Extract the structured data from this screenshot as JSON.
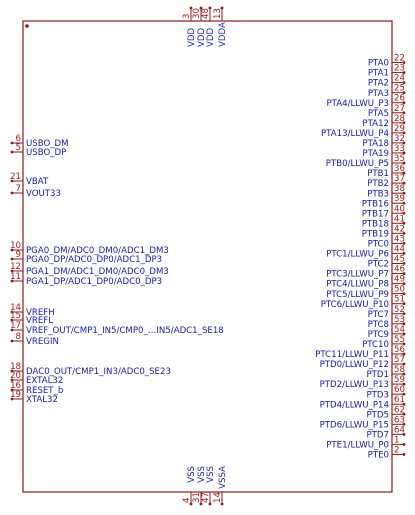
{
  "colors": {
    "body_outline": "#8a1a1a",
    "pin_line": "#8a1a1a",
    "pin_name": "#1a1aa6",
    "pin_number": "#a02020",
    "background": "#ffffff"
  },
  "left_pins": [
    {
      "num": "6",
      "name": "USBO_DM"
    },
    {
      "num": "5",
      "name": "USBO_DP"
    },
    {
      "num": "21",
      "name": "VBAT"
    },
    {
      "num": "7",
      "name": "VOUT33"
    },
    {
      "num": "10",
      "name": "PGA0_DM/ADC0_DM0/ADC1_DM3"
    },
    {
      "num": "9",
      "name": "PGA0_DP/ADC0_DP0/ADC1_DP3"
    },
    {
      "num": "12",
      "name": "PGA1_DM/ADC1_DM0/ADC0_DM3"
    },
    {
      "num": "11",
      "name": "PGA1_DP/ADC1_DP0/ADC0_DP3"
    },
    {
      "num": "14",
      "name": "VREFH"
    },
    {
      "num": "15",
      "name": "VREFL"
    },
    {
      "num": "17",
      "name": "VREF_OUT/CMP1_IN5/CMP0_…IN5/ADC1_SE18"
    },
    {
      "num": "8",
      "name": "VREGIN"
    },
    {
      "num": "18",
      "name": "DAC0_OUT/CMP1_IN3/ADC0_SE23"
    },
    {
      "num": "20",
      "name": "EXTAL32"
    },
    {
      "num": "16",
      "name": "RESET_b"
    },
    {
      "num": "19",
      "name": "XTAL32"
    }
  ],
  "right_pins": [
    {
      "num": "22",
      "name": "PTA0"
    },
    {
      "num": "23",
      "name": "PTA1"
    },
    {
      "num": "24",
      "name": "PTA2"
    },
    {
      "num": "25",
      "name": "PTA3"
    },
    {
      "num": "26",
      "name": "PTA4/LLWU_P3"
    },
    {
      "num": "27",
      "name": "PTA5"
    },
    {
      "num": "28",
      "name": "PTA12"
    },
    {
      "num": "29",
      "name": "PTA13/LLWU_P4"
    },
    {
      "num": "32",
      "name": "PTA18"
    },
    {
      "num": "33",
      "name": "PTA19"
    },
    {
      "num": "35",
      "name": "PTB0/LLWU_P5"
    },
    {
      "num": "36",
      "name": "PTB1"
    },
    {
      "num": "37",
      "name": "PTB2"
    },
    {
      "num": "38",
      "name": "PTB3"
    },
    {
      "num": "39",
      "name": "PTB16"
    },
    {
      "num": "40",
      "name": "PTB17"
    },
    {
      "num": "41",
      "name": "PTB18"
    },
    {
      "num": "42",
      "name": "PTB19"
    },
    {
      "num": "43",
      "name": "PTC0"
    },
    {
      "num": "44",
      "name": "PTC1/LLWU_P6"
    },
    {
      "num": "45",
      "name": "PTC2"
    },
    {
      "num": "46",
      "name": "PTC3/LLWU_P7"
    },
    {
      "num": "49",
      "name": "PTC4/LLWU_P8"
    },
    {
      "num": "50",
      "name": "PTC5/LLWU_P9"
    },
    {
      "num": "51",
      "name": "PTC6/LLWU_P10"
    },
    {
      "num": "52",
      "name": "PTC7"
    },
    {
      "num": "53",
      "name": "PTC8"
    },
    {
      "num": "54",
      "name": "PTC9"
    },
    {
      "num": "55",
      "name": "PTC10"
    },
    {
      "num": "56",
      "name": "PTC11/LLWU_P11"
    },
    {
      "num": "57",
      "name": "PTD0/LLWU_P12"
    },
    {
      "num": "58",
      "name": "PTD1"
    },
    {
      "num": "59",
      "name": "PTD2/LLWU_P13"
    },
    {
      "num": "60",
      "name": "PTD3"
    },
    {
      "num": "61",
      "name": "PTD4/LLWU_P14"
    },
    {
      "num": "62",
      "name": "PTD5"
    },
    {
      "num": "63",
      "name": "PTD6/LLWU_P15"
    },
    {
      "num": "64",
      "name": "PTD7"
    },
    {
      "num": "1",
      "name": "PTE1/LLWU_P0"
    },
    {
      "num": "2",
      "name": "PTE0"
    }
  ],
  "top_pins": [
    {
      "num": "3",
      "name": "VDD"
    },
    {
      "num": "30",
      "name": "VDD"
    },
    {
      "num": "48",
      "name": "VDD"
    },
    {
      "num": "13",
      "name": "VDDA"
    }
  ],
  "bottom_pins": [
    {
      "num": "4",
      "name": "VSS"
    },
    {
      "num": "31",
      "name": "VSS"
    },
    {
      "num": "47",
      "name": "VSS"
    },
    {
      "num": "14",
      "name": "VSSA"
    }
  ]
}
